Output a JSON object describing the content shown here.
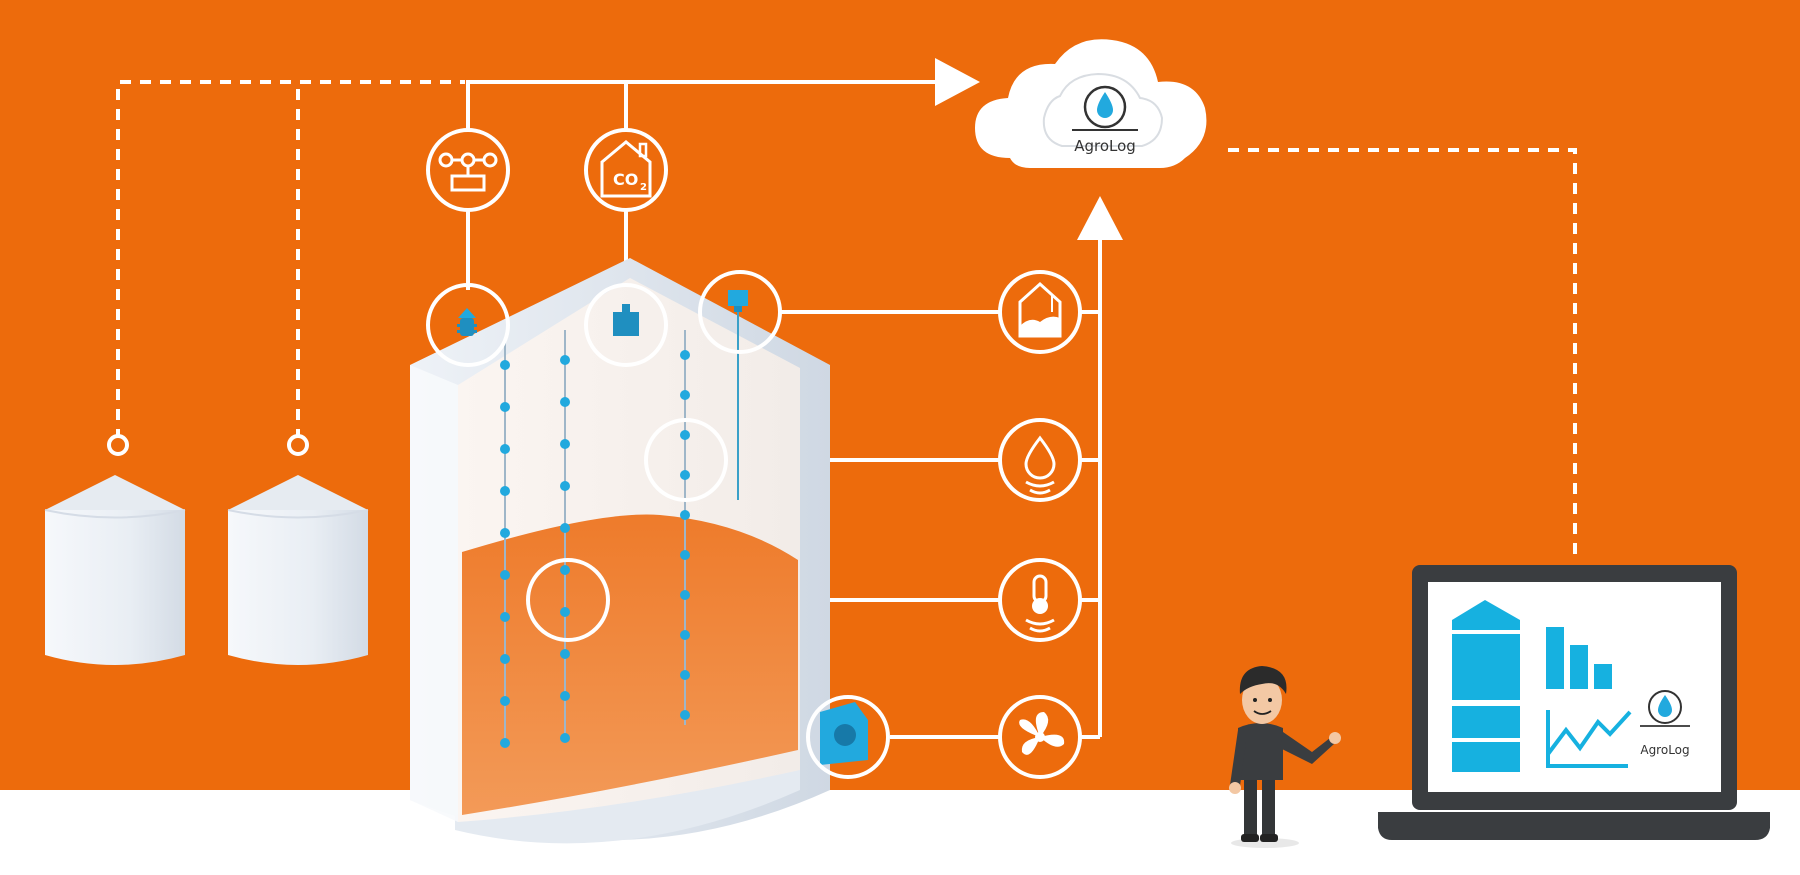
{
  "brand": {
    "cloud_label": "AgroLog",
    "screen_label": "AgroLog"
  },
  "icons": {
    "co2_main": "CO",
    "co2_sub": "2"
  },
  "colors": {
    "background_orange": "#ED6B0C",
    "grain_orange": "#F08A3E",
    "silo_white": "#F1F4F8",
    "sensor_blue": "#22A9DE",
    "screen_blue": "#16B1E0",
    "laptop_dark": "#3A3D40",
    "line_white": "#FFFFFF"
  }
}
